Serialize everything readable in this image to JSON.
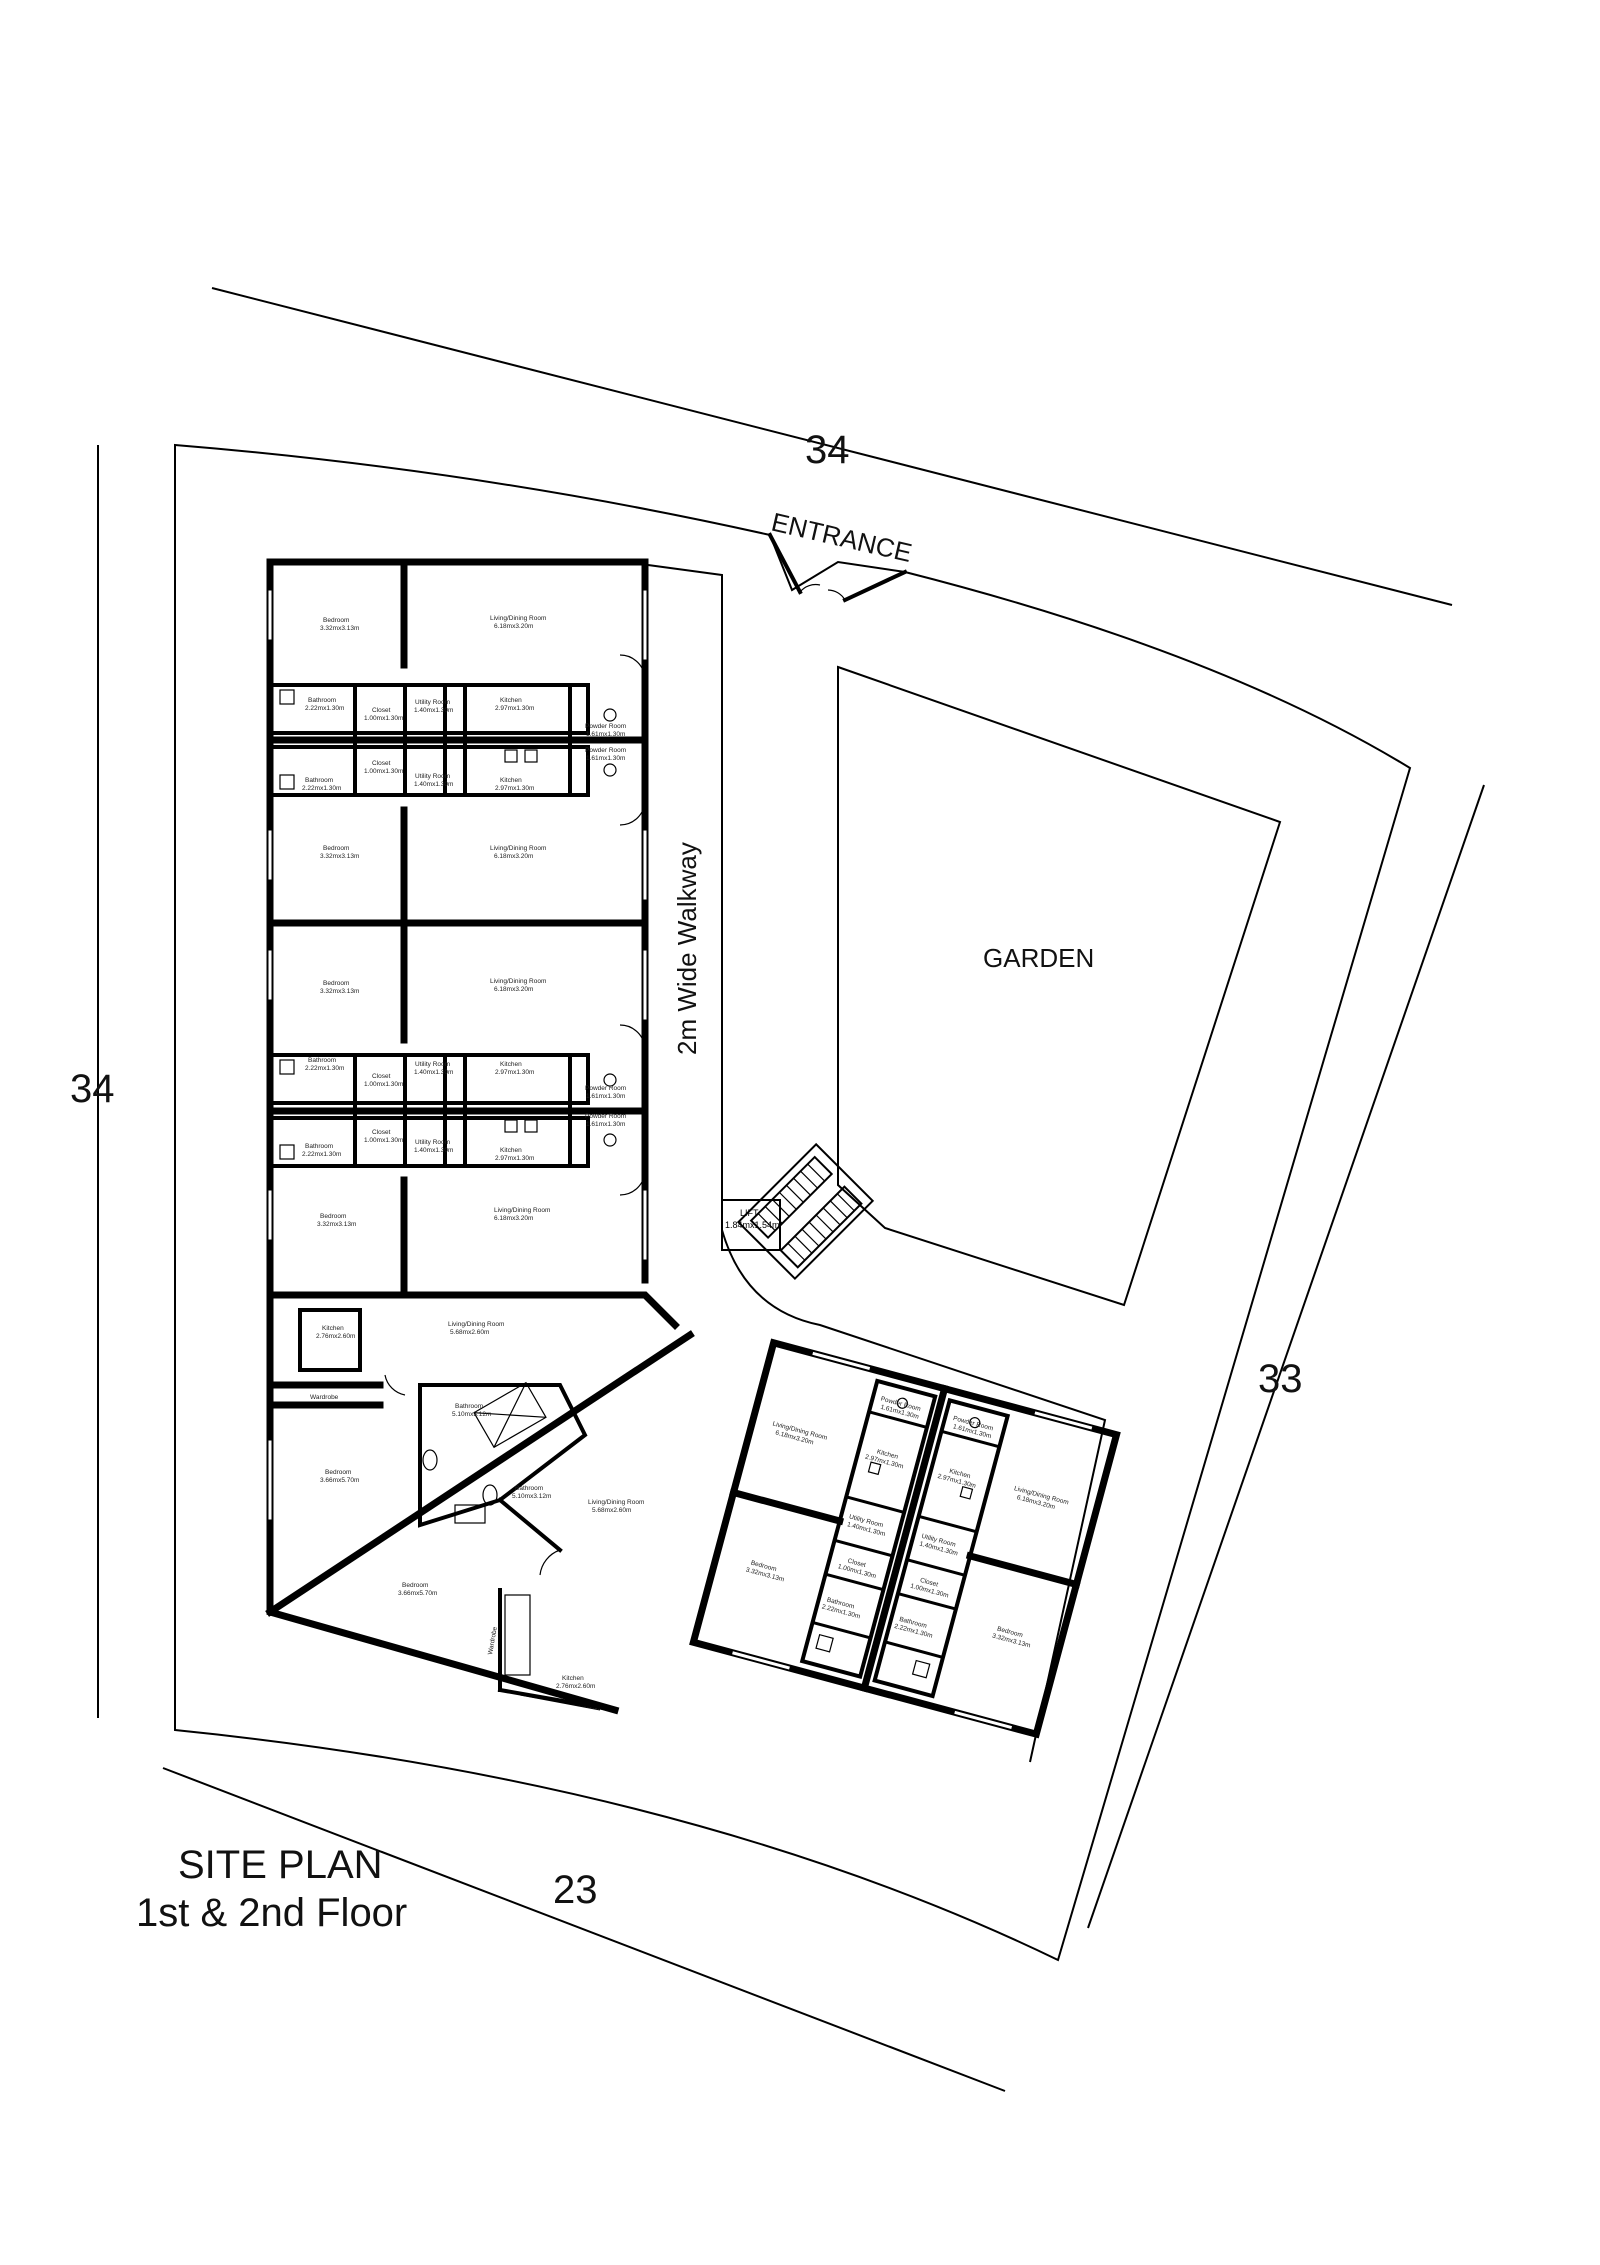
{
  "dimensions": {
    "top": "34",
    "left": "34",
    "right": "33",
    "bottom": "23"
  },
  "labels": {
    "entrance": "ENTRANCE",
    "garden": "GARDEN",
    "walkway": "2m Wide Walkway",
    "lift_name": "LIFT",
    "lift_size": "1.84mx1.54m"
  },
  "title": {
    "line1": "SITE PLAN",
    "line2": "1st & 2nd Floor"
  },
  "rooms": {
    "b1_bed": {
      "name": "Bedroom",
      "size": "3.32mx3.13m"
    },
    "b1_liv": {
      "name": "Living/Dining Room",
      "size": "6.18mx3.20m"
    },
    "b1_bath": {
      "name": "Bathroom",
      "size": "2.22mx1.30m"
    },
    "b1_closet": {
      "name": "Closet",
      "size": "1.00mx1.30m"
    },
    "b1_util": {
      "name": "Utility Room",
      "size": "1.40mx1.30m"
    },
    "b1_kit": {
      "name": "Kitchen",
      "size": "2.97mx1.30m"
    },
    "b1_pow": {
      "name": "Powder Room",
      "size": "1.61mx1.30m"
    },
    "b2_bath": {
      "name": "Bathroom",
      "size": "2.22mx1.30m"
    },
    "b2_closet": {
      "name": "Closet",
      "size": "1.00mx1.30m"
    },
    "b2_util": {
      "name": "Utility Room",
      "size": "1.40mx1.30m"
    },
    "b2_kit": {
      "name": "Kitchen",
      "size": "2.97mx1.30m"
    },
    "b2_pow": {
      "name": "Powder Room",
      "size": "1.61mx1.30m"
    },
    "b2_bed": {
      "name": "Bedroom",
      "size": "3.32mx3.13m"
    },
    "b2_liv": {
      "name": "Living/Dining Room",
      "size": "6.18mx3.20m"
    },
    "b3_bed": {
      "name": "Bedroom",
      "size": "3.32mx3.13m"
    },
    "b3_liv": {
      "name": "Living/Dining Room",
      "size": "6.18mx3.20m"
    },
    "b3_bath": {
      "name": "Bathroom",
      "size": "2.22mx1.30m"
    },
    "b3_closet": {
      "name": "Closet",
      "size": "1.00mx1.30m"
    },
    "b3_util": {
      "name": "Utility Room",
      "size": "1.40mx1.30m"
    },
    "b3_kit": {
      "name": "Kitchen",
      "size": "2.97mx1.30m"
    },
    "b3_pow": {
      "name": "Powder Room",
      "size": "1.61mx1.30m"
    },
    "b4_bath": {
      "name": "Bathroom",
      "size": "2.22mx1.30m"
    },
    "b4_closet": {
      "name": "Closet",
      "size": "1.00mx1.30m"
    },
    "b4_util": {
      "name": "Utility Room",
      "size": "1.40mx1.30m"
    },
    "b4_kit": {
      "name": "Kitchen",
      "size": "2.97mx1.30m"
    },
    "b4_pow": {
      "name": "Powder Room",
      "size": "1.61mx1.30m"
    },
    "b4_bed": {
      "name": "Bedroom",
      "size": "3.32mx3.13m"
    },
    "b4_liv": {
      "name": "Living/Dining Room",
      "size": "6.18mx3.20m"
    },
    "c_kit": {
      "name": "Kitchen",
      "size": "2.76mx2.60m"
    },
    "c_liv": {
      "name": "Living/Dining Room",
      "size": "5.68mx2.60m"
    },
    "c_wardrobe": {
      "name": "Wardrobe",
      "size": ""
    },
    "c_bath1": {
      "name": "Bathroom",
      "size": "5.10mx3.12m"
    },
    "c_bed1": {
      "name": "Bedroom",
      "size": "3.66mx5.70m"
    },
    "c_bath2": {
      "name": "Bathroom",
      "size": "5.10mx3.12m"
    },
    "c_liv2": {
      "name": "Living/Dining Room",
      "size": "5.68mx2.60m"
    },
    "c_bed2": {
      "name": "Bedroom",
      "size": "3.66mx5.70m"
    },
    "c_wardrobe2": {
      "name": "Wardrobe",
      "size": ""
    },
    "c_kit2": {
      "name": "Kitchen",
      "size": "2.76mx2.60m"
    },
    "d_pow1": {
      "name": "Powder Room",
      "size": "1.61mx1.30m"
    },
    "d_pow2": {
      "name": "Powder Room",
      "size": "1.61mx1.30m"
    },
    "d_liv1": {
      "name": "Living/Dining Room",
      "size": "6.18mx3.20m"
    },
    "d_kit1": {
      "name": "Kitchen",
      "size": "2.97mx1.30m"
    },
    "d_kit2": {
      "name": "Kitchen",
      "size": "2.97mx1.30m"
    },
    "d_liv2": {
      "name": "Living/Dining Room",
      "size": "6.18mx3.20m"
    },
    "d_util1": {
      "name": "Utility Room",
      "size": "1.40mx1.30m"
    },
    "d_util2": {
      "name": "Utility Room",
      "size": "1.40mx1.30m"
    },
    "d_closet1": {
      "name": "Closet",
      "size": "1.00mx1.30m"
    },
    "d_closet2": {
      "name": "Closet",
      "size": "1.00mx1.30m"
    },
    "d_bed1": {
      "name": "Bedroom",
      "size": "3.32mx3.13m"
    },
    "d_bed2": {
      "name": "Bedroom",
      "size": "3.32mx3.13m"
    },
    "d_bath1": {
      "name": "Bathroom",
      "size": "2.22mx1.30m"
    },
    "d_bath2": {
      "name": "Bathroom",
      "size": "2.22mx1.30m"
    }
  }
}
